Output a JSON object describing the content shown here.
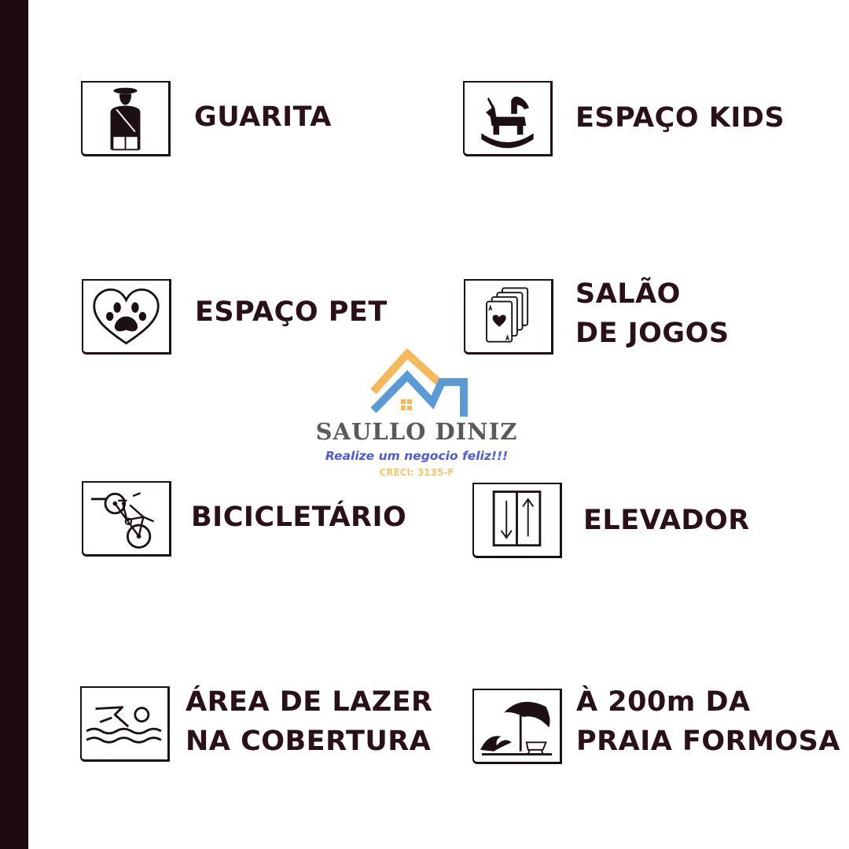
{
  "amenities": [
    {
      "name": "guard",
      "icon": "security-guard-icon",
      "lines": [
        "GUARITA"
      ]
    },
    {
      "name": "kids",
      "icon": "rocking-horse-icon",
      "lines": [
        "ESPAÇO KIDS"
      ]
    },
    {
      "name": "pet",
      "icon": "paw-heart-icon",
      "lines": [
        "ESPAÇO PET"
      ]
    },
    {
      "name": "games",
      "icon": "playing-cards-icon",
      "lines": [
        "SALÃO",
        "DE JOGOS"
      ]
    },
    {
      "name": "bike",
      "icon": "bicycle-icon",
      "lines": [
        "BICICLETÁRIO"
      ]
    },
    {
      "name": "elevator",
      "icon": "elevator-icon",
      "lines": [
        "ELEVADOR"
      ]
    },
    {
      "name": "leisure",
      "icon": "swimmer-icon",
      "lines": [
        "ÁREA DE LAZER",
        "NA COBERTURA"
      ]
    },
    {
      "name": "beach",
      "icon": "beach-umbrella-icon",
      "lines": [
        "À 200m DA",
        "PRAIA FORMOSA"
      ]
    }
  ],
  "logo": {
    "name": "SAULLO DINIZ",
    "slogan": "Realize um negocio feliz!!!",
    "creci": "CRECI: 3135-F",
    "colors": {
      "roof_orange": "#f6b85c",
      "roof_blue": "#5b9bd5",
      "name_gray": "#5a5a5a",
      "slogan_blue": "#4e5bd6",
      "creci_yellow": "#f5c56e"
    }
  },
  "colors": {
    "sidebar": "#1f0a10",
    "text": "#2a1018",
    "icon_stroke": "#1c1014"
  }
}
